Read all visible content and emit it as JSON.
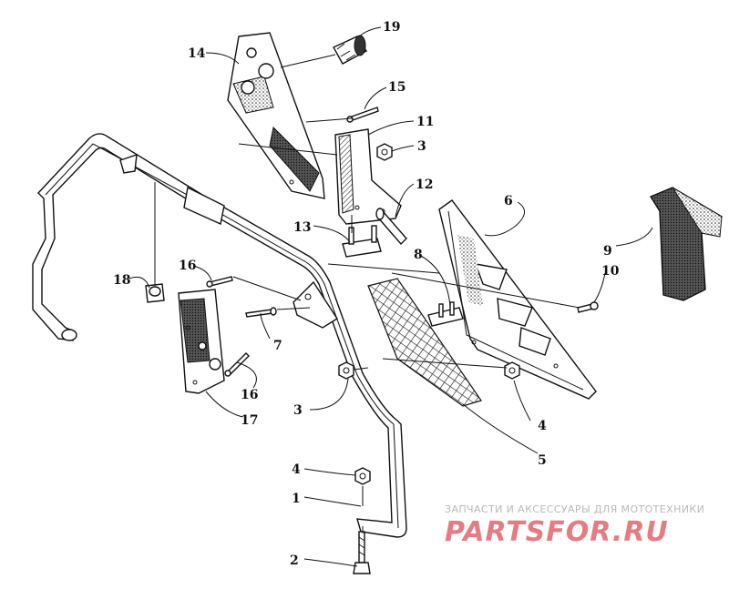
{
  "callouts": [
    {
      "id": "1",
      "label": "1"
    },
    {
      "id": "2",
      "label": "2"
    },
    {
      "id": "3a",
      "label": "3"
    },
    {
      "id": "3b",
      "label": "3"
    },
    {
      "id": "4a",
      "label": "4"
    },
    {
      "id": "4b",
      "label": "4"
    },
    {
      "id": "5",
      "label": "5"
    },
    {
      "id": "6",
      "label": "6"
    },
    {
      "id": "7",
      "label": "7"
    },
    {
      "id": "8",
      "label": "8"
    },
    {
      "id": "9",
      "label": "9"
    },
    {
      "id": "10",
      "label": "10"
    },
    {
      "id": "11",
      "label": "11"
    },
    {
      "id": "12",
      "label": "12"
    },
    {
      "id": "13",
      "label": "13"
    },
    {
      "id": "14",
      "label": "14"
    },
    {
      "id": "15",
      "label": "15"
    },
    {
      "id": "16a",
      "label": "16"
    },
    {
      "id": "16b",
      "label": "16"
    },
    {
      "id": "17",
      "label": "17"
    },
    {
      "id": "18",
      "label": "18"
    },
    {
      "id": "19",
      "label": "19"
    }
  ],
  "watermark": {
    "caption": "ЗАПЧАСТИ И АКСЕССУАРЫ ДЛЯ МОТОТЕХНИКИ",
    "logo": "PARTSFOR.RU"
  }
}
